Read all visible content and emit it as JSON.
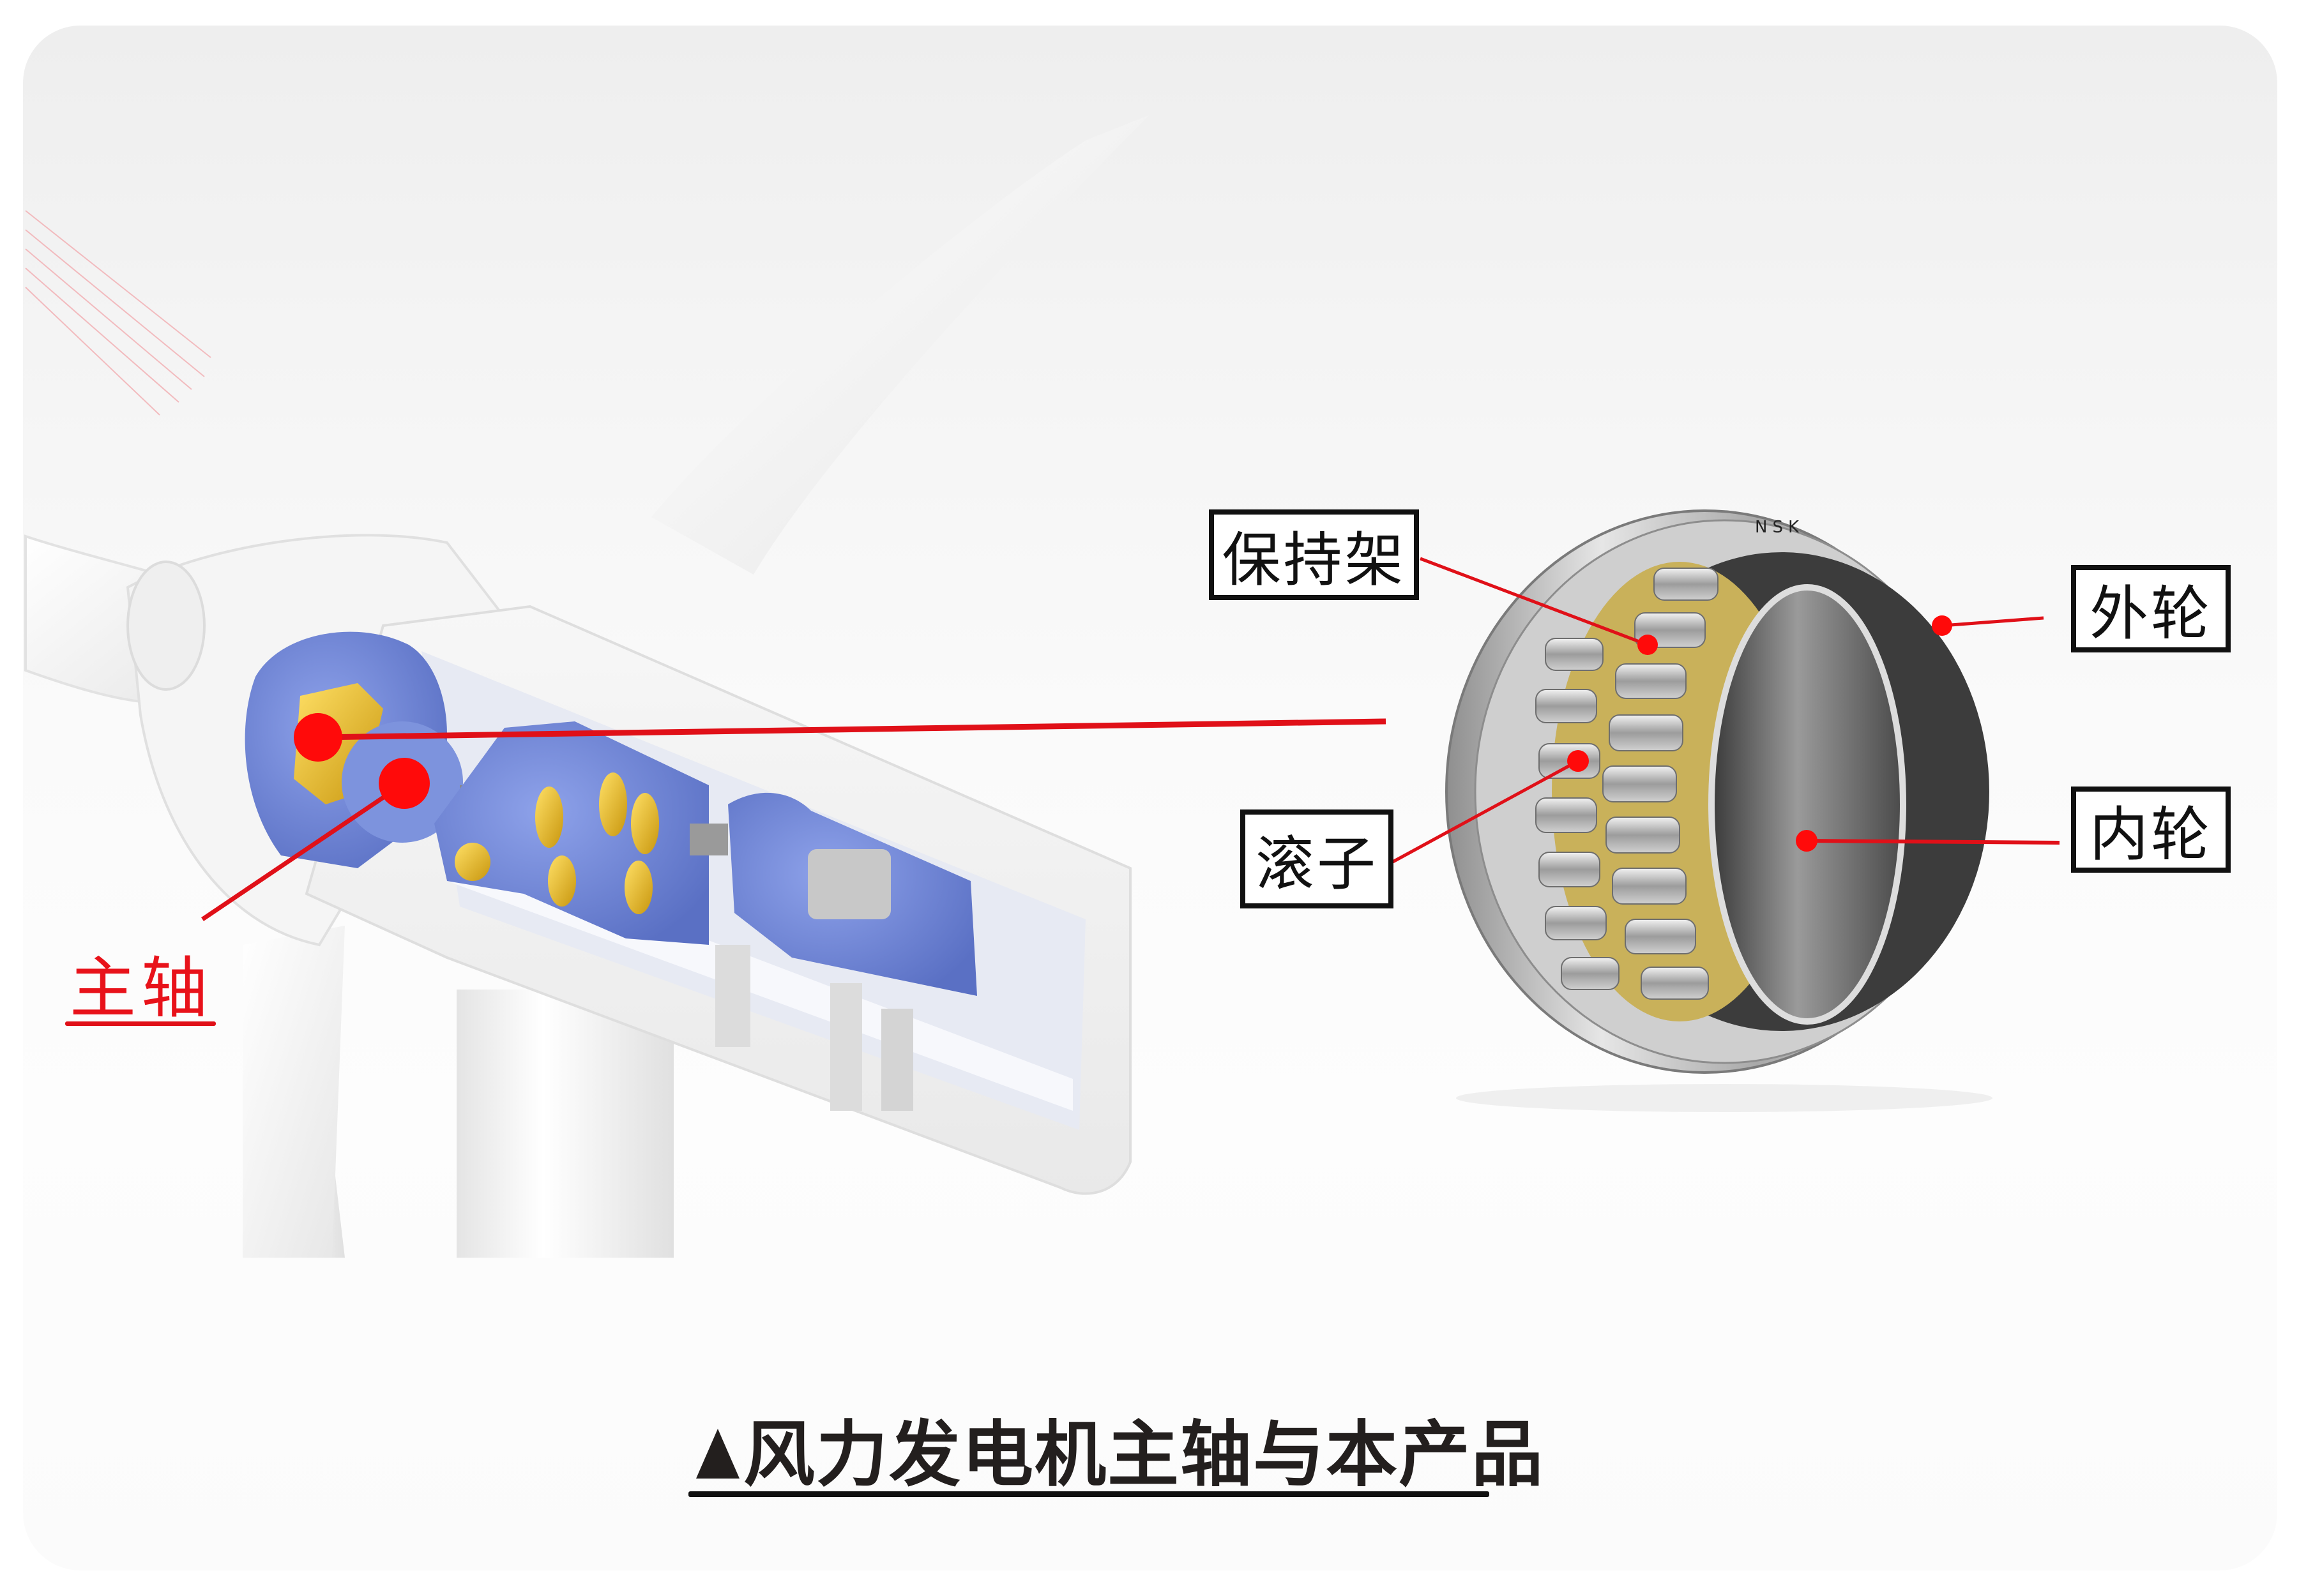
{
  "diagram": {
    "caption": {
      "marker": "▲",
      "text": "风力发电机主轴与本产品"
    },
    "turbine_callout": {
      "label": "主轴",
      "color": "#e8121a"
    },
    "bearing": {
      "brand_mark": "NSK",
      "callouts": [
        {
          "id": "cage",
          "label": "保持架"
        },
        {
          "id": "outer-ring",
          "label": "外轮"
        },
        {
          "id": "roller",
          "label": "滚子"
        },
        {
          "id": "inner-ring",
          "label": "内轮"
        }
      ]
    },
    "colors": {
      "leader_red": "#e01018",
      "dot_red": "#ff0a0a",
      "housing_blue": "#6f86d6",
      "gear_gold": "#e0b21c",
      "cage_brass": "#c9b15a",
      "steel": "#b8b8b8",
      "label_border": "#111111"
    }
  }
}
